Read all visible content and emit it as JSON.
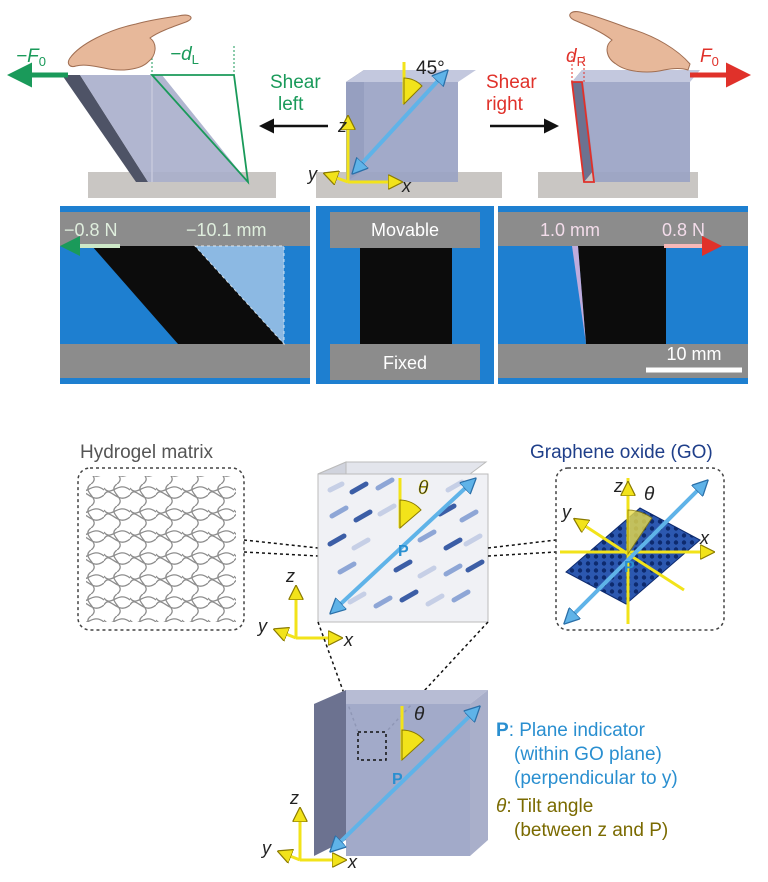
{
  "colors": {
    "green": "#1a9a5a",
    "red": "#e0312a",
    "yellow": "#f2e31a",
    "yellow_dark": "#7a6a00",
    "blue_label": "#2a8fd0",
    "go_dark_blue": "#1f3f8a",
    "cube_face": "#9aa3c4",
    "photo_bg": "#1e7fd0",
    "metal": "#8c8c8c",
    "gel": "#0c0c0c"
  },
  "top": {
    "left_force": "−F",
    "left_force_sub": "0",
    "left_disp": "−d",
    "left_disp_sub": "L",
    "shear_left": [
      "Shear",
      "left"
    ],
    "shear_right": [
      "Shear",
      "right"
    ],
    "angle": "45°",
    "right_disp": "d",
    "right_disp_sub": "R",
    "right_force": "F",
    "right_force_sub": "0",
    "axes": {
      "x": "x",
      "y": "y",
      "z": "z"
    }
  },
  "photos": {
    "left_force": "−0.8 N",
    "left_disp": "−10.1 mm",
    "center_top": "Movable",
    "center_bottom": "Fixed",
    "right_disp": "1.0 mm",
    "right_force": "0.8 N",
    "scale_bar": "10 mm"
  },
  "middle": {
    "hydrogel_title": "Hydrogel matrix",
    "go_title": "Graphene oxide (GO)",
    "theta": "θ",
    "p": "P",
    "axes": {
      "x": "x",
      "y": "y",
      "z": "z"
    }
  },
  "bottom": {
    "theta": "θ",
    "p": "P",
    "legend_p_key": "P",
    "legend_p_lines": [
      ": Plane indicator",
      "(within GO plane)",
      "(perpendicular to y)"
    ],
    "legend_theta_key": "θ",
    "legend_theta_lines": [
      ": Tilt angle",
      "(between z and P)"
    ],
    "axes": {
      "x": "x",
      "y": "y",
      "z": "z"
    }
  }
}
